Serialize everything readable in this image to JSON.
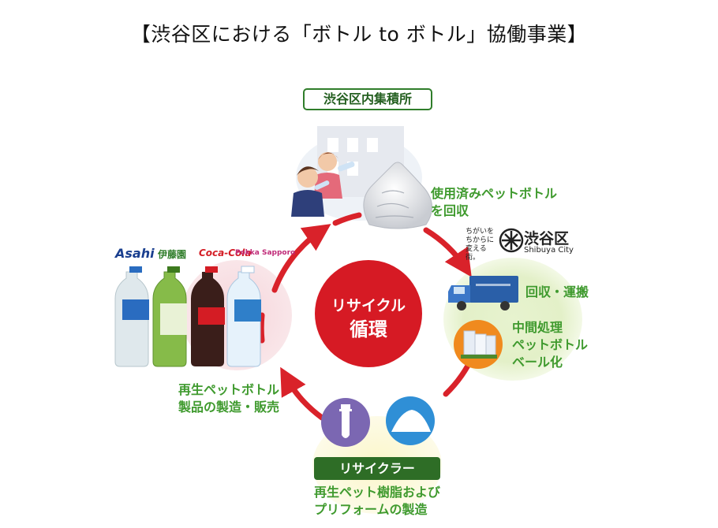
{
  "title": "【渋谷区における「ボトル to ボトル」協働事業】",
  "center": {
    "line1": "リサイクル",
    "line2": "循環"
  },
  "stages": {
    "collection_site": "渋谷区内集積所",
    "used_bottles": [
      "使用済みペットボトル",
      "を回収"
    ],
    "transport": "回収・運搬",
    "intermediate": [
      "中間処理",
      "ペットボトル",
      "ベール化"
    ],
    "recycler": "リサイクラー",
    "resin": [
      "再生ペット樹脂および",
      "プリフォームの製造"
    ],
    "products": [
      "再生ペットボトル",
      "製品の製造・販売"
    ]
  },
  "shibuya_logo": {
    "tagline": "ちがいを ちからに 変える街。",
    "name": "渋谷区",
    "english": "Shibuya City"
  },
  "brands": [
    "Asahi",
    "伊藤園",
    "Coca-Cola",
    "Pokka Sapporo"
  ],
  "colors": {
    "arrow_red": "#d9222a",
    "circle_red": "#d61a24",
    "label_green": "#3f9a2e",
    "pill_green": "#2e6d26"
  }
}
